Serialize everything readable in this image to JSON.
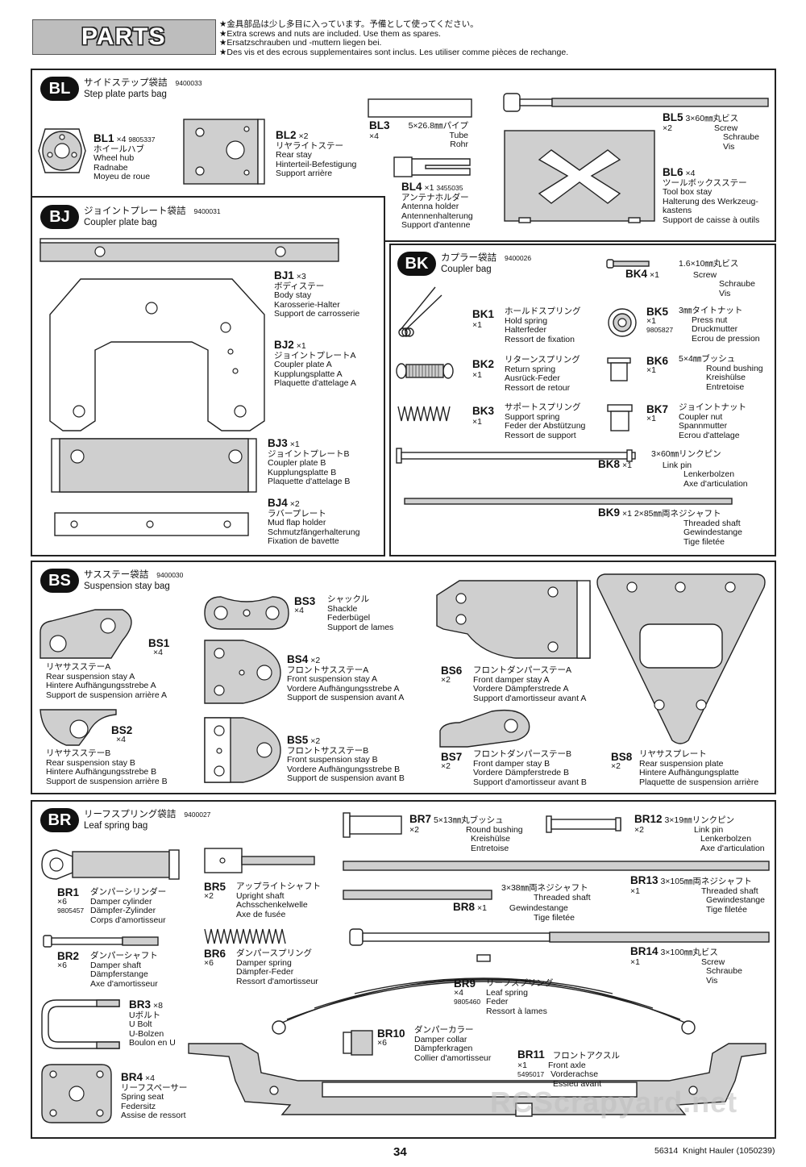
{
  "header": {
    "title": "PARTS",
    "notes": [
      "★金具部品は少し多目に入っています。予備として使ってください。",
      "★Extra screws and nuts are included. Use them as spares.",
      "★Ersatzschrauben und -muttern liegen bei.",
      "★Des vis et des ecrous supplementaires sont inclus. Les utiliser comme pièces de rechange."
    ]
  },
  "bl": {
    "badge": "BL",
    "jp": "サイドステップ袋詰",
    "partno": "9400033",
    "en": "Step plate parts bag",
    "bl1": {
      "code": "BL1",
      "qty": "×4",
      "num": "9805337",
      "lines": [
        "ホイールハブ",
        "Wheel hub",
        "Radnabe",
        "Moyeu de roue"
      ]
    },
    "bl2": {
      "code": "BL2",
      "qty": "×2",
      "lines": [
        "リヤライトステー",
        "Rear stay",
        "Hinterteil-Befestigung",
        "Support arrière"
      ]
    },
    "bl3": {
      "code": "BL3",
      "qty": "×4",
      "size": "5×26.8㎜パイプ",
      "lines": [
        "Tube",
        "Rohr"
      ]
    },
    "bl4": {
      "code": "BL4",
      "qty": "×1",
      "num": "3455035",
      "lines": [
        "アンテナホルダー",
        "Antenna holder",
        "Antennenhalterung",
        "Support d'antenne"
      ]
    },
    "bl5": {
      "code": "BL5",
      "qty": "×2",
      "size": "3×60㎜丸ビス",
      "lines": [
        "Screw",
        "Schraube",
        "Vis"
      ]
    },
    "bl6": {
      "code": "BL6",
      "qty": "×4",
      "lines": [
        "ツールボックスステー",
        "Tool box stay",
        "Halterung des Werkzeug-",
        "kastens",
        "Support de caisse à outils"
      ]
    }
  },
  "bj": {
    "badge": "BJ",
    "jp": "ジョイントプレート袋詰",
    "partno": "9400031",
    "en": "Coupler plate bag",
    "bj1": {
      "code": "BJ1",
      "qty": "×3",
      "lines": [
        "ボディステー",
        "Body stay",
        "Karosserie-Halter",
        "Support de carrosserie"
      ]
    },
    "bj2": {
      "code": "BJ2",
      "qty": "×1",
      "lines": [
        "ジョイントプレートA",
        "Coupler plate A",
        "Kupplungsplatte A",
        "Plaquette d'attelage A"
      ]
    },
    "bj3": {
      "code": "BJ3",
      "qty": "×1",
      "lines": [
        "ジョイントプレートB",
        "Coupler plate B",
        "Kupplungsplatte B",
        "Plaquette d'attelage B"
      ]
    },
    "bj4": {
      "code": "BJ4",
      "qty": "×2",
      "lines": [
        "ラバープレート",
        "Mud flap holder",
        "Schmutzfängerhalterung",
        "Fixation de bavette"
      ]
    }
  },
  "bk": {
    "badge": "BK",
    "jp": "カプラー袋詰",
    "partno": "9400026",
    "en": "Coupler bag",
    "bk1": {
      "code": "BK1",
      "qty": "×1",
      "lines": [
        "ホールドスプリング",
        "Hold spring",
        "Halterfeder",
        "Ressort de fixation"
      ]
    },
    "bk2": {
      "code": "BK2",
      "qty": "×1",
      "lines": [
        "リターンスプリング",
        "Return spring",
        "Ausrück-Feder",
        "Ressort de retour"
      ]
    },
    "bk3": {
      "code": "BK3",
      "qty": "×1",
      "lines": [
        "サポートスプリング",
        "Support spring",
        "Feder der Abstützung",
        "Ressort de support"
      ]
    },
    "bk4": {
      "code": "BK4",
      "qty": "×1",
      "size": "1.6×10㎜丸ビス",
      "lines": [
        "Screw",
        "Schraube",
        "Vis"
      ]
    },
    "bk5": {
      "code": "BK5",
      "qty": "×1",
      "num": "9805827",
      "size": "3㎜タイトナット",
      "lines": [
        "Press nut",
        "Druckmutter",
        "Ecrou de pression"
      ]
    },
    "bk6": {
      "code": "BK6",
      "qty": "×1",
      "size": "5×4㎜ブッシュ",
      "lines": [
        "Round bushing",
        "Kreishülse",
        "Entretoise"
      ]
    },
    "bk7": {
      "code": "BK7",
      "qty": "×1",
      "lines": [
        "ジョイントナット",
        "Coupler nut",
        "Spannmutter",
        "Ecrou d'attelage"
      ]
    },
    "bk8": {
      "code": "BK8",
      "qty": "×1",
      "size": "3×60㎜リンクピン",
      "lines": [
        "Link pin",
        "Lenkerbolzen",
        "Axe d'articulation"
      ]
    },
    "bk9": {
      "code": "BK9",
      "qty": "×1",
      "size": "2×85㎜両ネジシャフト",
      "lines": [
        "Threaded shaft",
        "Gewindestange",
        "Tige filetée"
      ]
    }
  },
  "bs": {
    "badge": "BS",
    "jp": "サスステー袋詰",
    "partno": "9400030",
    "en": "Suspension stay bag",
    "bs1": {
      "code": "BS1",
      "qty": "×4",
      "lines": [
        "リヤサスステーA",
        "Rear suspension stay A",
        "Hintere Aufhängungsstrebe A",
        "Support de suspension arrière A"
      ]
    },
    "bs2": {
      "code": "BS2",
      "qty": "×4",
      "lines": [
        "リヤサスステーB",
        "Rear suspension stay B",
        "Hintere Aufhängungsstrebe B",
        "Support de suspension arrière B"
      ]
    },
    "bs3": {
      "code": "BS3",
      "qty": "×4",
      "lines": [
        "シャックル",
        "Shackle",
        "Federbügel",
        "Support de lames"
      ]
    },
    "bs4": {
      "code": "BS4",
      "qty": "×2",
      "lines": [
        "フロントサスステーA",
        "Front suspension stay A",
        "Vordere Aufhängungsstrebe A",
        "Support de suspension avant A"
      ]
    },
    "bs5": {
      "code": "BS5",
      "qty": "×2",
      "lines": [
        "フロントサスステーB",
        "Front suspension stay B",
        "Vordere Aufhängungsstrebe B",
        "Support de suspension avant B"
      ]
    },
    "bs6": {
      "code": "BS6",
      "qty": "×2",
      "lines": [
        "フロントダンパーステーA",
        "Front damper stay A",
        "Vordere Dämpferstrede A",
        "Support d'amortisseur avant A"
      ]
    },
    "bs7": {
      "code": "BS7",
      "qty": "×2",
      "lines": [
        "フロントダンパーステーB",
        "Front damper stay B",
        "Vordere Dämpferstrede B",
        "Support d'amortisseur avant B"
      ]
    },
    "bs8": {
      "code": "BS8",
      "qty": "×2",
      "lines": [
        "リヤサスプレート",
        "Rear suspension plate",
        "Hintere Aufhängungsplatte",
        "Plaquette de suspension arrière"
      ]
    }
  },
  "br": {
    "badge": "BR",
    "jp": "リーフスプリング袋詰",
    "partno": "9400027",
    "en": "Leaf spring bag",
    "br1": {
      "code": "BR1",
      "qty": "×6",
      "num": "9805457",
      "lines": [
        "ダンパーシリンダー",
        "Damper cylinder",
        "Dämpfer-Zylinder",
        "Corps d'amortisseur"
      ]
    },
    "br2": {
      "code": "BR2",
      "qty": "×6",
      "lines": [
        "ダンパーシャフト",
        "Damper shaft",
        "Dämpferstange",
        "Axe d'amortisseur"
      ]
    },
    "br3": {
      "code": "BR3",
      "qty": "×8",
      "lines": [
        "Uボルト",
        "U Bolt",
        "U-Bolzen",
        "Boulon en U"
      ]
    },
    "br4": {
      "code": "BR4",
      "qty": "×4",
      "lines": [
        "リーフスペーサー",
        "Spring seat",
        "Federsitz",
        "Assise de ressort"
      ]
    },
    "br5": {
      "code": "BR5",
      "qty": "×2",
      "lines": [
        "アップライトシャフト",
        "Upright shaft",
        "Achsschenkelwelle",
        "Axe de fusée"
      ]
    },
    "br6": {
      "code": "BR6",
      "qty": "×6",
      "lines": [
        "ダンパースプリング",
        "Damper spring",
        "Dämpfer-Feder",
        "Ressort d'amortisseur"
      ]
    },
    "br7": {
      "code": "BR7",
      "qty": "×2",
      "size": "5×13㎜丸ブッシュ",
      "lines": [
        "Round bushing",
        "Kreishülse",
        "Entretoise"
      ]
    },
    "br8": {
      "code": "BR8",
      "qty": "×1",
      "size": "3×38㎜両ネジシャフト",
      "lines": [
        "Threaded shaft",
        "Gewindestange",
        "Tige filetée"
      ]
    },
    "br9": {
      "code": "BR9",
      "qty": "×4",
      "num": "9805460",
      "lines": [
        "リーフスプリング",
        "Leaf spring",
        "Feder",
        "Ressort à lames"
      ]
    },
    "br10": {
      "code": "BR10",
      "qty": "×6",
      "lines": [
        "ダンパーカラー",
        "Damper collar",
        "Dämpferkragen",
        "Collier d'amortisseur"
      ]
    },
    "br11": {
      "code": "BR11",
      "qty": "×1",
      "num": "5495017",
      "lines": [
        "フロントアクスル",
        "Front axle",
        "Vorderachse",
        "Essieu avant"
      ]
    },
    "br12": {
      "code": "BR12",
      "qty": "×2",
      "size": "3×19㎜リンクピン",
      "lines": [
        "Link pin",
        "Lenkerbolzen",
        "Axe d'articulation"
      ]
    },
    "br13": {
      "code": "BR13",
      "qty": "×1",
      "size": "3×105㎜両ネジシャフト",
      "lines": [
        "Threaded shaft",
        "Gewindestange",
        "Tige filetée"
      ]
    },
    "br14": {
      "code": "BR14",
      "qty": "×1",
      "size": "3×100㎜丸ビス",
      "lines": [
        "Screw",
        "Schraube",
        "Vis"
      ]
    }
  },
  "footer": {
    "page": "34",
    "model": "56314  Knight Hauler (1050239)",
    "watermark": "RCScrapyard.net"
  }
}
